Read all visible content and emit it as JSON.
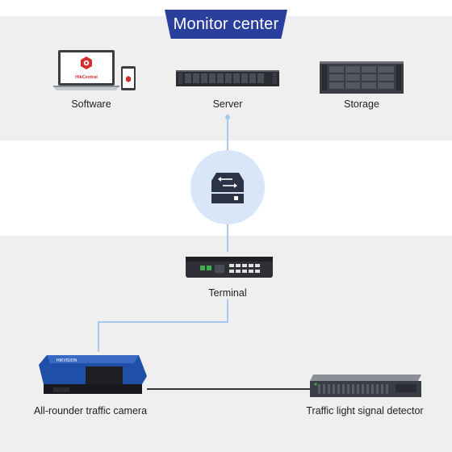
{
  "title": "Monitor center",
  "devices": {
    "software": {
      "label": "Software",
      "brand": "HikCentral",
      "icon": "laptop-tablet-icon"
    },
    "server": {
      "label": "Server",
      "icon": "server-rack-icon"
    },
    "storage": {
      "label": "Storage",
      "icon": "storage-array-icon"
    },
    "switch": {
      "icon": "network-switch-icon"
    },
    "terminal": {
      "label": "Terminal",
      "icon": "terminal-box-icon"
    },
    "camera": {
      "label": "All-rounder traffic camera",
      "icon": "traffic-camera-icon"
    },
    "detector": {
      "label": "Traffic light signal detector",
      "icon": "signal-detector-icon"
    }
  },
  "colors": {
    "accent": "#2a3f9b",
    "connector": "#a9c8ee",
    "panel": "#efefef",
    "switch_bg": "#d8e6f8",
    "switch_icon": "#2c3346"
  }
}
